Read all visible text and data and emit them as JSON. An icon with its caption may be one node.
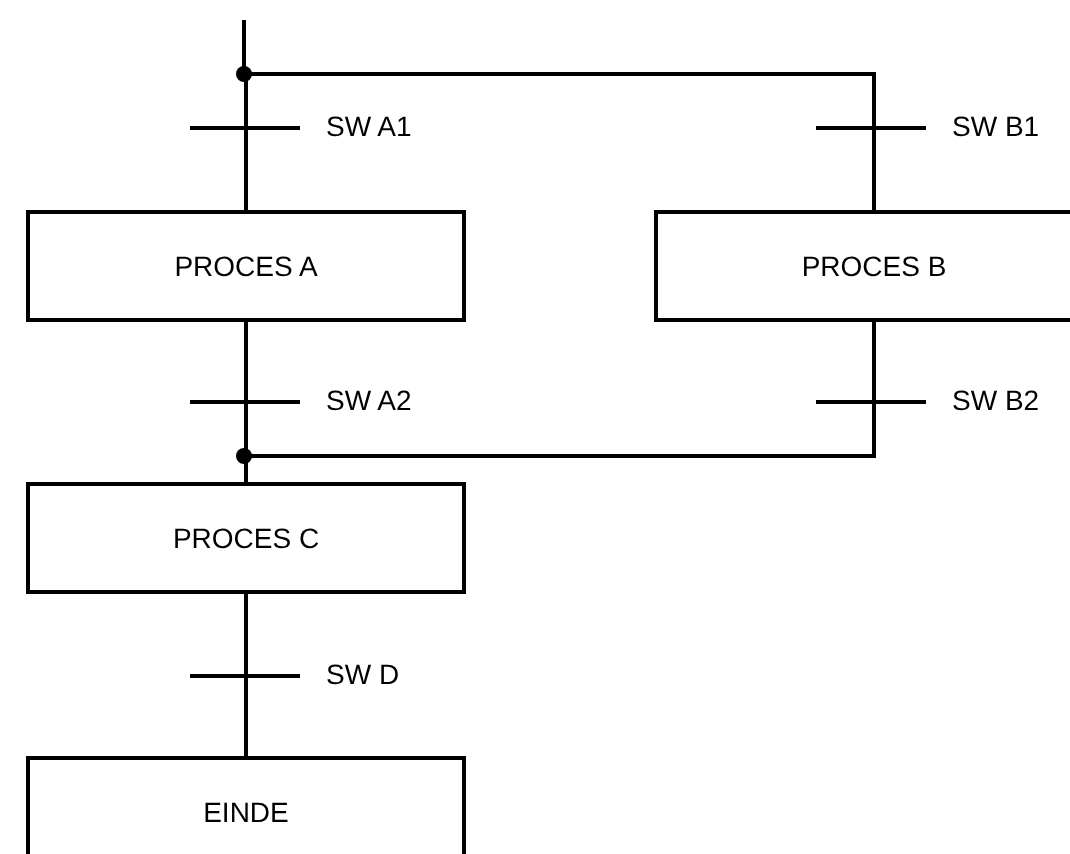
{
  "diagram": {
    "nodes": [
      {
        "text": [
          "PROCES A"
        ]
      },
      {
        "text": [
          "PROCES B"
        ]
      },
      {
        "text": [
          "PROCES C"
        ]
      },
      {
        "text": [
          "EINDE"
        ]
      }
    ],
    "edges": [
      {
        "from": null,
        "to": 0,
        "arrow": "none",
        "label": "SW A1"
      },
      {
        "from": null,
        "to": 1,
        "arrow": "none",
        "label": "SW B1"
      },
      {
        "from": 0,
        "to": 2,
        "arrow": "none",
        "label": "SW A2"
      },
      {
        "from": 1,
        "to": 2,
        "arrow": "none",
        "label": "SW B2"
      },
      {
        "from": 2,
        "to": 3,
        "arrow": "none",
        "label": "SW D"
      }
    ]
  }
}
